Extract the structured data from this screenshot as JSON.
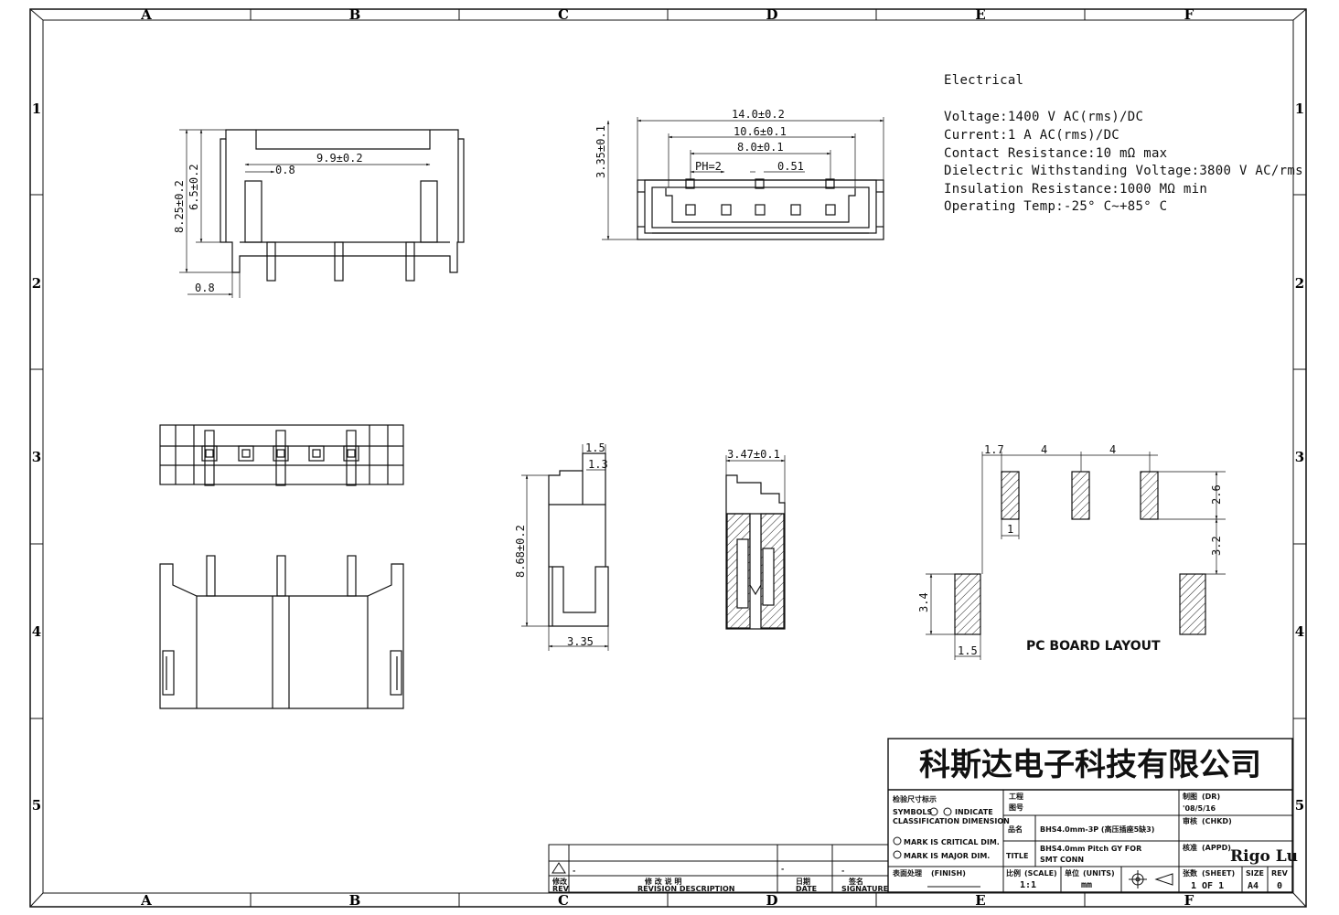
{
  "frame": {
    "zones_x": [
      "A",
      "B",
      "C",
      "D",
      "E",
      "F"
    ],
    "zones_y": [
      "1",
      "2",
      "3",
      "4",
      "5"
    ]
  },
  "electrical": {
    "heading": "Electrical",
    "lines": [
      "Voltage:1400 V AC(rms)/DC",
      "Current:1 A AC(rms)/DC",
      "Contact Resistance:10 mΩ max",
      "Dielectric Withstanding Voltage:3800 V AC/rms",
      "Insulation Resistance:1000 MΩ min",
      "Operating Temp:-25° C~+85° C"
    ]
  },
  "dimensions": {
    "side": {
      "w99": "9.9±0.2",
      "d08a": "0.8",
      "h825": "8.25±0.2",
      "h65": "6.5±0.2",
      "d08b": "0.8"
    },
    "front": {
      "w14": "14.0±0.2",
      "w106": "10.6±0.1",
      "w80": "8.0±0.1",
      "pitch": "PH=2",
      "d051": "0.51",
      "h335": "3.35±0.1"
    },
    "section": {
      "d15": "1.5",
      "d13": "1.3",
      "h868": "8.68±0.2",
      "w335": "3.35"
    },
    "section2": {
      "w347": "3.47±0.1"
    },
    "pcb": {
      "d17": "1.7",
      "d4a": "4",
      "d4b": "4",
      "d26": "2.6",
      "d32": "3.2",
      "d34": "3.4",
      "d1": "1",
      "d15": "1.5",
      "label": "PC BOARD LAYOUT"
    }
  },
  "title_block": {
    "company": "科斯达电子科技有限公司",
    "inspect_heading": "检验尺寸标示",
    "symbols_line1": "SYMBOLS",
    "symbols_line1b": "INDICATE",
    "symbols_line2": "CLASSIFICATION DIMENSION",
    "critical": "MARK IS CRITICAL DIM.",
    "major": "MARK IS MAJOR DIM.",
    "project_label_cn": "工程",
    "project_label_cn2": "图号",
    "name_label": "品名",
    "name_value": "BHS4.0mm-3P (高压插座5缺3)",
    "title_label": "TITLE",
    "title_value": "BHS4.0mm Pitch GY FOR",
    "title_value2": "SMT CONN",
    "drawn_label": "制图",
    "drawn_en": "(DR)",
    "drawn_date": "'08/5/16",
    "checked_label": "审核",
    "checked_en": "(CHKD)",
    "approved_label": "核准",
    "approved_en": "(APPD)",
    "approved_sig": "Rigo Lu",
    "finish_label": "表面处理",
    "finish_en": "(FINISH)",
    "scale_label": "比例",
    "scale_en": "(SCALE)",
    "scale_value": "1:1",
    "unit_label": "单位",
    "unit_en": "(UNITS)",
    "unit_value": "mm",
    "sheet_label": "张数",
    "sheet_en": "(SHEET)",
    "sheet_value": "1 OF 1",
    "size_label": "SIZE",
    "size_value": "A4",
    "rev_label": "REV",
    "rev_value": "0",
    "rev_row_mark": "-",
    "rev_row_mark2": "-",
    "rev_row_mark3": "-",
    "rev_col1_cn": "修改",
    "rev_col1_en": "REV",
    "rev_col2_cn": "修 改 说 明",
    "rev_col2_en": "REVISION DESCRIPTION",
    "rev_col3_cn": "日期",
    "rev_col3_en": "DATE",
    "rev_col4_cn": "签名",
    "rev_col4_en": "SIGNATURE"
  }
}
